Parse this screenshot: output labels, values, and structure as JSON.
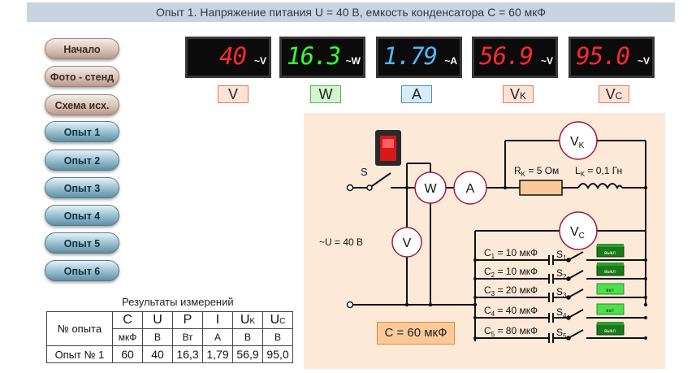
{
  "header": {
    "title": "Опыт 1. Напряжение питания U = 40 В, емкость конденсатора C = 60 мкФ"
  },
  "nav": [
    {
      "label": "Начало",
      "kind": "start"
    },
    {
      "label": "Фото - стенд",
      "kind": "start"
    },
    {
      "label": "Схема исх.",
      "kind": "start"
    },
    {
      "label": "Опыт 1",
      "kind": "exp"
    },
    {
      "label": "Опыт 2",
      "kind": "exp"
    },
    {
      "label": "Опыт 3",
      "kind": "exp"
    },
    {
      "label": "Опыт 4",
      "kind": "exp"
    },
    {
      "label": "Опыт 5",
      "kind": "exp"
    },
    {
      "label": "Опыт 6",
      "kind": "exp"
    }
  ],
  "meters": [
    {
      "value": "40",
      "unit": "~V",
      "color": "#ff2a2a",
      "label": "V",
      "label_sub": "",
      "label_bg": "#fde3d6",
      "label_border": "#e07a5a"
    },
    {
      "value": "16.3",
      "unit": "~W",
      "color": "#33ff33",
      "label": "W",
      "label_sub": "",
      "label_bg": "#d5f5cf",
      "label_border": "#4db34d"
    },
    {
      "value": "1.79",
      "unit": "~A",
      "color": "#4db8ff",
      "label": "A",
      "label_sub": "",
      "label_bg": "#d9ecfb",
      "label_border": "#4a8fd0"
    },
    {
      "value": "56.9",
      "unit": "~V",
      "color": "#ff2a2a",
      "label": "V",
      "label_sub": "K",
      "label_bg": "#fde3d6",
      "label_border": "#e07a5a"
    },
    {
      "value": "95.0",
      "unit": "~V",
      "color": "#ff2a2a",
      "label": "V",
      "label_sub": "C",
      "label_bg": "#fde3d6",
      "label_border": "#e07a5a"
    }
  ],
  "results": {
    "title": "Результаты измерений",
    "col_first": "№ опыта",
    "headers": [
      {
        "main": "C",
        "sub": ""
      },
      {
        "main": "U",
        "sub": ""
      },
      {
        "main": "P",
        "sub": ""
      },
      {
        "main": "I",
        "sub": ""
      },
      {
        "main": "U",
        "sub": "K"
      },
      {
        "main": "U",
        "sub": "C"
      }
    ],
    "units": [
      "мкФ",
      "В",
      "Вт",
      "А",
      "В",
      "В"
    ],
    "rows": [
      {
        "name": "Опыт № 1",
        "values": [
          "60",
          "40",
          "16,3",
          "1,79",
          "56,9",
          "95,0"
        ]
      }
    ]
  },
  "circuit": {
    "switch_label": "S",
    "source_label": "~U = 40 В",
    "meter_w": "W",
    "meter_a": "A",
    "meter_v": "V",
    "meter_vk": {
      "main": "V",
      "sub": "K"
    },
    "meter_vc": {
      "main": "V",
      "sub": "C"
    },
    "rk_label": {
      "pre": "R",
      "sub": "K",
      "post": " = 5 Ом"
    },
    "lk_label": {
      "pre": "L",
      "sub": "K",
      "post": " = 0,1 Гн"
    },
    "cap_total": "C = 60  мкФ",
    "capacitors": [
      {
        "pre": "C",
        "idx": "1",
        "post": " = 10 мкФ",
        "switch": "1",
        "button": "выкл",
        "state": "on"
      },
      {
        "pre": "C",
        "idx": "2",
        "post": " = 10 мкФ",
        "switch": "2",
        "button": "выкл",
        "state": "on"
      },
      {
        "pre": "C",
        "idx": "3",
        "post": " = 20 мкФ",
        "switch": "3",
        "button": "вкл",
        "state": "off"
      },
      {
        "pre": "C",
        "idx": "4",
        "post": " = 40 мкФ",
        "switch": "4",
        "button": "вкл",
        "state": "off"
      },
      {
        "pre": "C",
        "idx": "5",
        "post": " = 80 мкФ",
        "switch": "5",
        "button": "выкл",
        "state": "on"
      }
    ]
  }
}
